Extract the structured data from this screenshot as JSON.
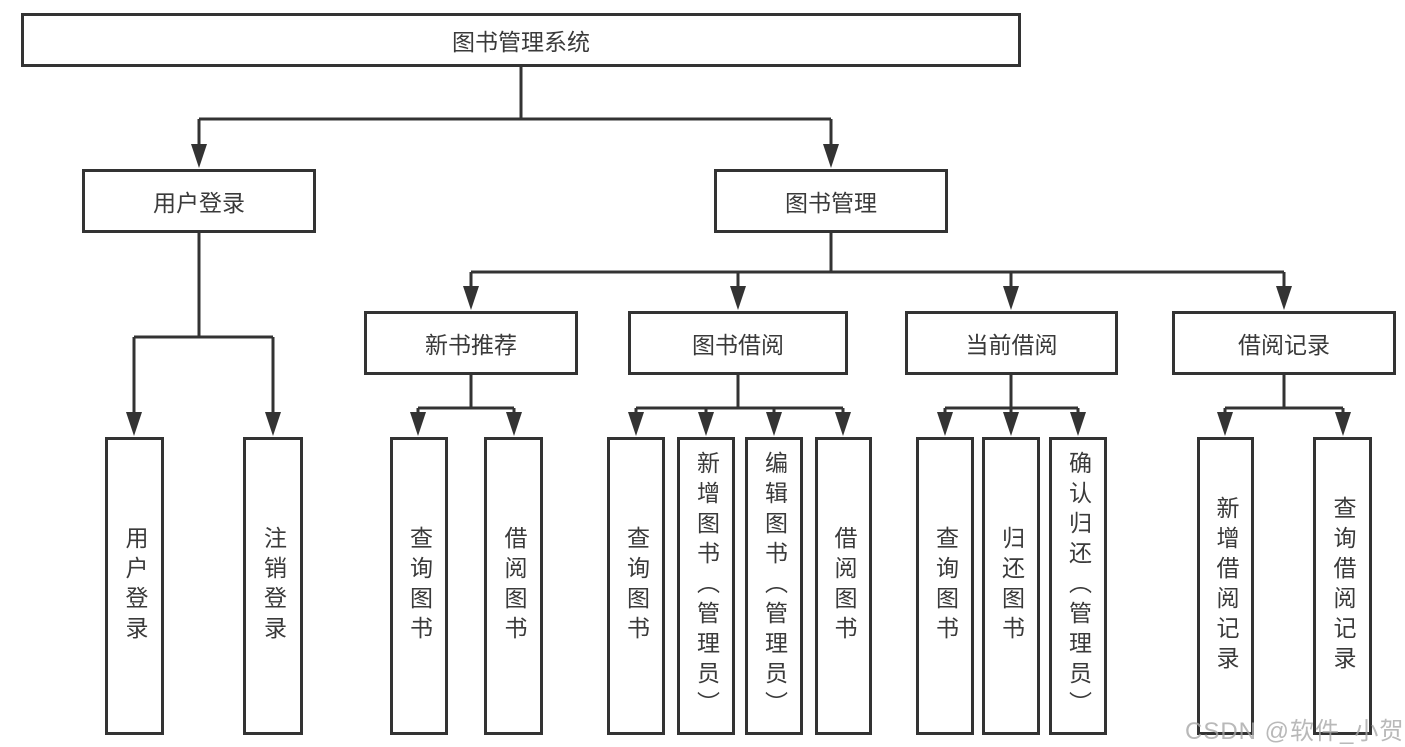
{
  "colors": {
    "line": "#333333",
    "box_border": "#333333",
    "text": "#3a3a3a",
    "watermark": "#a8a8a8"
  },
  "tree": {
    "label": "图书管理系统",
    "children": [
      {
        "label": "用户登录",
        "children": [
          {
            "label": "用户登录"
          },
          {
            "label": "注销登录"
          }
        ]
      },
      {
        "label": "图书管理",
        "children": [
          {
            "label": "新书推荐",
            "children": [
              {
                "label": "查询图书"
              },
              {
                "label": "借阅图书"
              }
            ]
          },
          {
            "label": "图书借阅",
            "children": [
              {
                "label": "查询图书"
              },
              {
                "label": "新增图书（管理员）"
              },
              {
                "label": "编辑图书（管理员）"
              },
              {
                "label": "借阅图书"
              }
            ]
          },
          {
            "label": "当前借阅",
            "children": [
              {
                "label": "查询图书"
              },
              {
                "label": "归还图书"
              },
              {
                "label": "确认归还（管理员）"
              }
            ]
          },
          {
            "label": "借阅记录",
            "children": [
              {
                "label": "新增借阅记录"
              },
              {
                "label": "查询借阅记录"
              }
            ]
          }
        ]
      }
    ]
  },
  "watermark": {
    "text": "CSDN @软件_小贺同学"
  }
}
